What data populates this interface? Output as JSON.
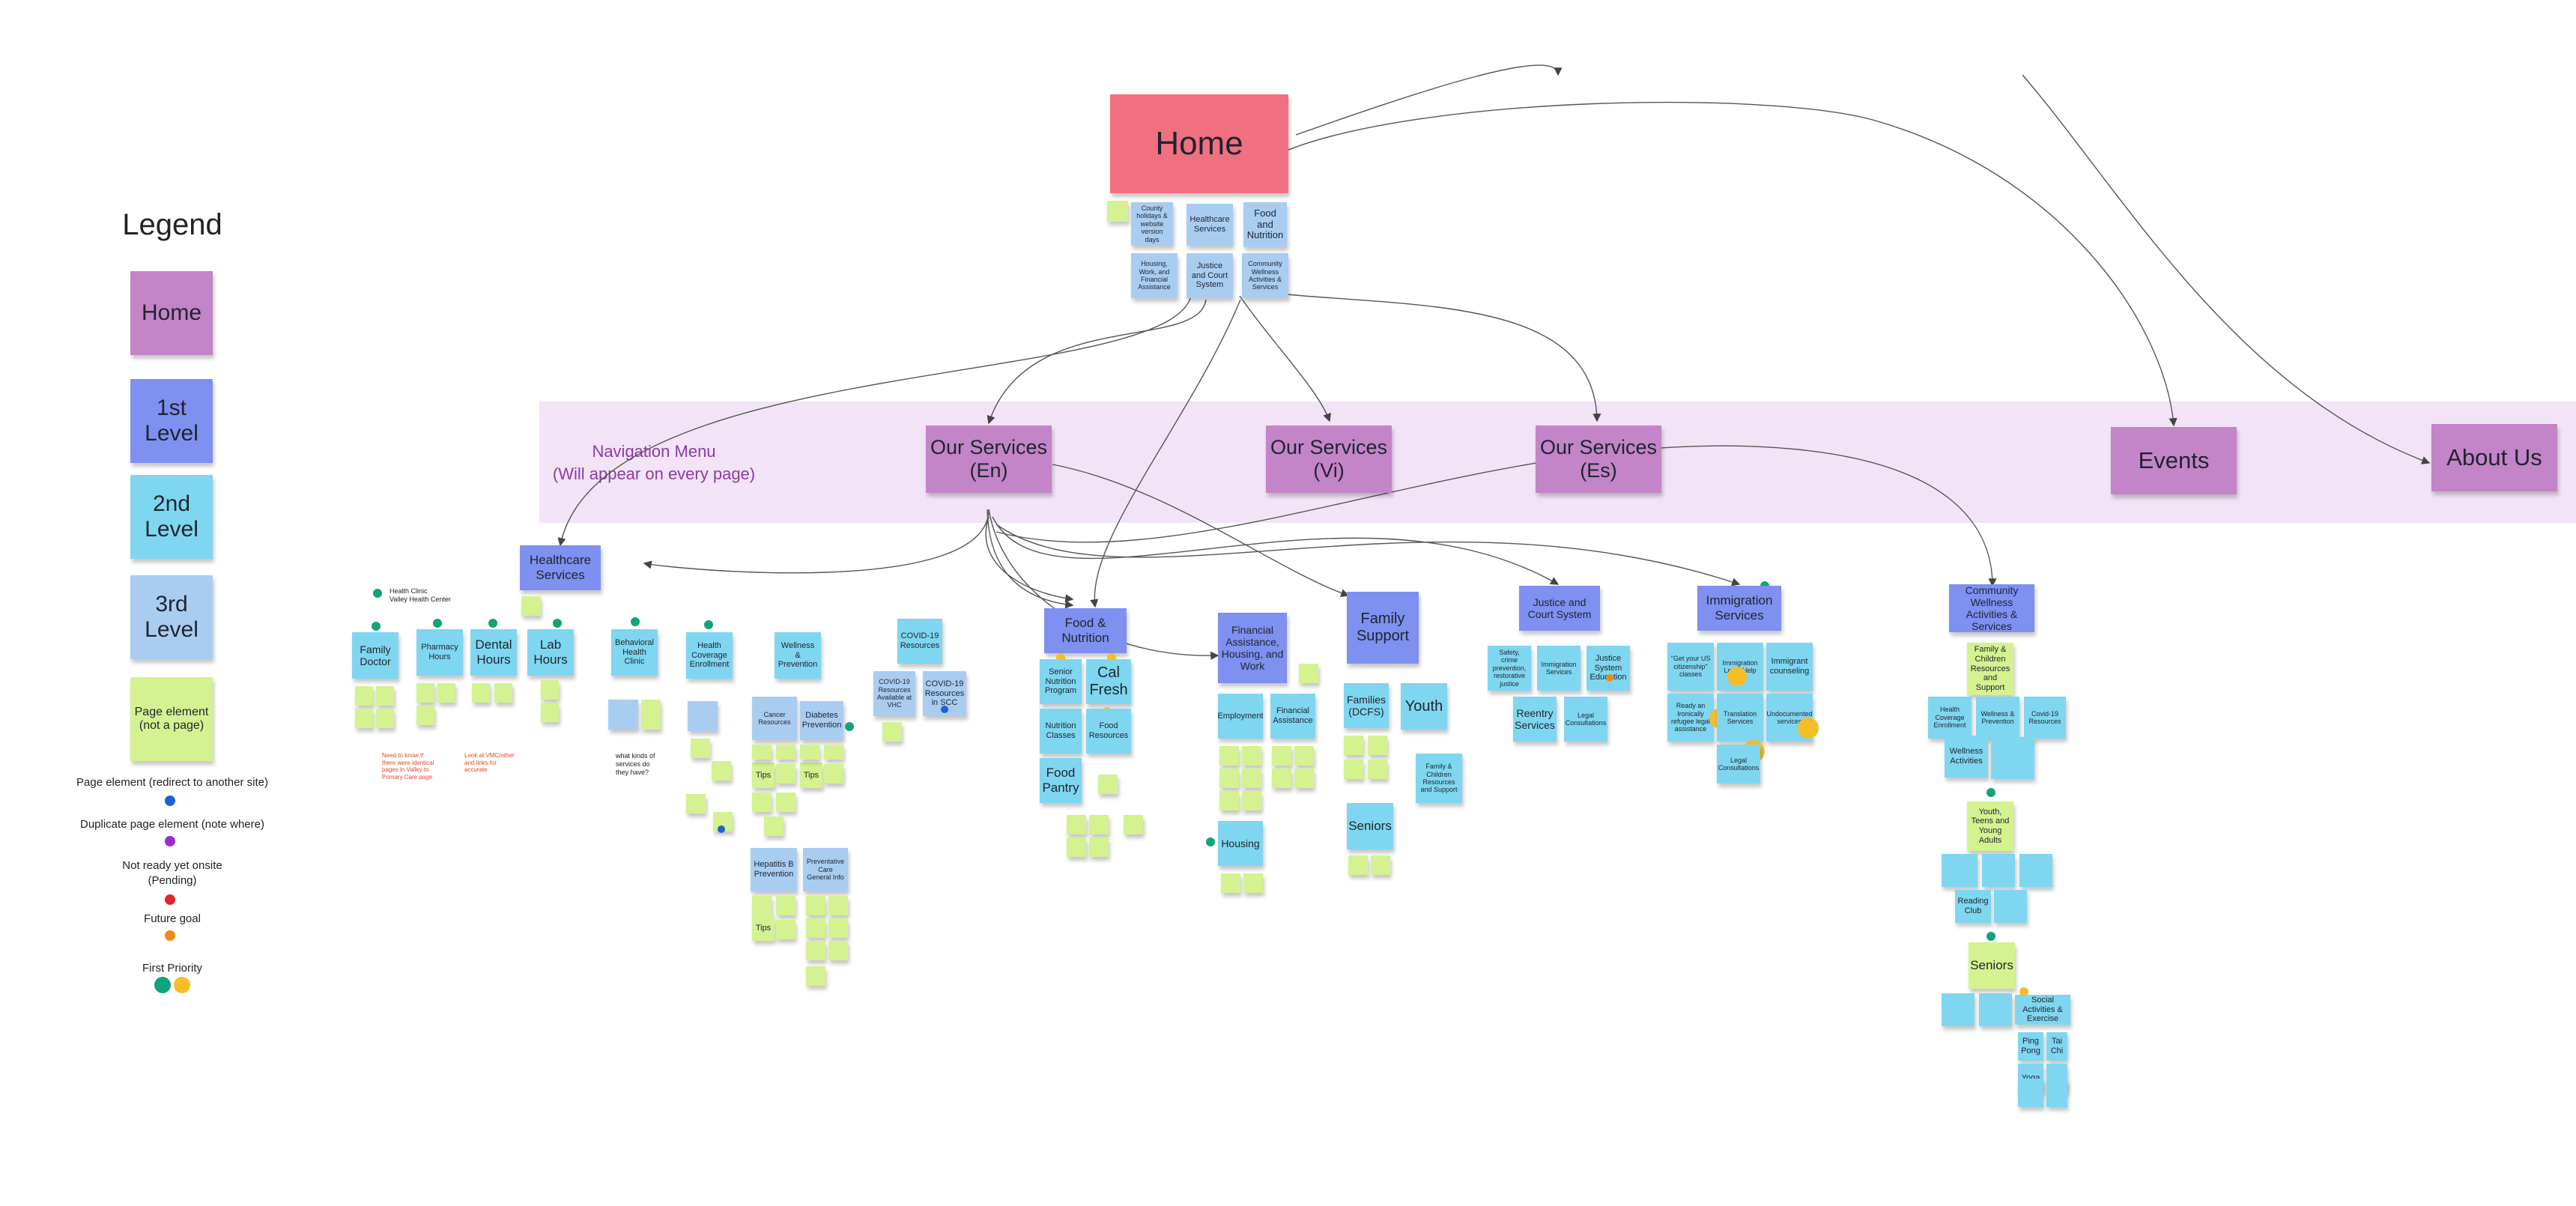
{
  "legend": {
    "title": "Legend",
    "home": "Home",
    "first_level": "1st Level",
    "second_level": "2nd Level",
    "third_level": "3rd Level",
    "page_element": "Page element (not a page)",
    "redirect": "Page element (redirect to another site)",
    "duplicate": "Duplicate page element (note where)",
    "pending": "Not ready yet onsite (Pending)",
    "future_goal": "Future goal",
    "first_priority": "First Priority"
  },
  "top": {
    "home": "Home",
    "home_children": [
      "County holidays & website version days",
      "Healthcare Services",
      "Food and Nutrition",
      "Housing, Work, and Financial Assistance",
      "Justice and Court System",
      "Community Wellness Activities & Services"
    ]
  },
  "nav": {
    "label": "Navigation Menu\n(Will appear on every page)",
    "en": "Our Services (En)",
    "vi": "Our Services (Vi)",
    "es": "Our Services (Es)",
    "events": "Events",
    "about": "About Us"
  },
  "healthcare": {
    "title": "Healthcare Services",
    "clinic_note": "Health Clinic\nValley Health Center",
    "children": [
      "Family Doctor",
      "Pharmacy Hours",
      "Dental Hours",
      "Lab Hours",
      "Behavioral Health Clinic",
      "Health Coverage Enrollment",
      "Wellness & Prevention",
      "COVID-19 Resources"
    ],
    "sub": [
      "Cancer Resources",
      "Diabetes Prevention",
      "COVID-19 Resources Available at VHC",
      "COVID-19 Resources in SCC",
      "Hepatitis B Prevention",
      "Preventative Care General Info"
    ],
    "tips": "Tips",
    "red_note_1": "Need to know if there were identical pages in Valley to Primary Care page",
    "red_note_2": "Look at VMC/other and links for accurate",
    "question_note": "what kinds of services do they have?"
  },
  "food": {
    "title": "Food & Nutrition",
    "children": [
      "Senior Nutrition Program",
      "Cal Fresh",
      "Nutrition Classes",
      "Food Resources",
      "Food Pantry"
    ]
  },
  "financial": {
    "title": "Financial Assistance, Housing, and Work",
    "children": [
      "Employment",
      "Financial Assistance",
      "Housing"
    ]
  },
  "family": {
    "title": "Family Support",
    "children": [
      "Families (DCFS)",
      "Youth",
      "Family & Children Resources and Support",
      "Seniors"
    ]
  },
  "justice": {
    "title": "Justice and Court System",
    "children": [
      "Safety, crime prevention, restorative justice",
      "Immigration Services",
      "Justice System Education",
      "Reentry Services",
      "Legal Consultations"
    ]
  },
  "immigration": {
    "title": "Immigration Services",
    "children": [
      "\"Get your US citizenship\" classes",
      "Immigration Legal Help",
      "Immigrant counseling",
      "Ready an Ironically refugee legal assistance",
      "Translation Services",
      "Undocumented services",
      "Legal Consultations"
    ]
  },
  "community": {
    "title": "Community Wellness Activities & Services",
    "children": [
      "Family & Children Resources and Support",
      "Health Coverage Enrollment",
      "Wellness & Prevention",
      "Covid-19 Resources",
      "Wellness Activities",
      "Youth, Teens and Young Adults",
      "Reading Club",
      "Seniors",
      "Social Activities & Exercise",
      "Ping Pong",
      "Tai Chi",
      "Yoga"
    ]
  }
}
